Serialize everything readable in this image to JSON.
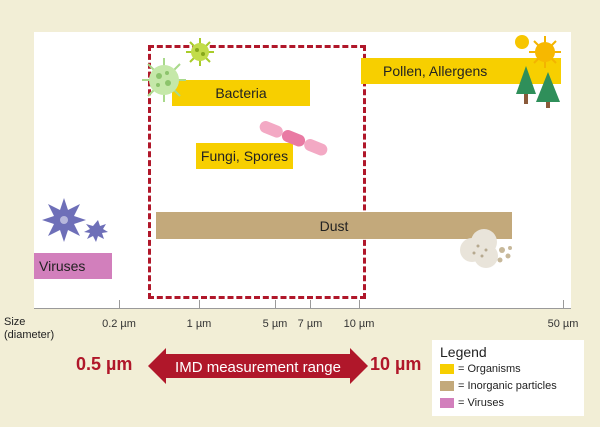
{
  "size_label": [
    "Size",
    "(diameter)"
  ],
  "ticks": [
    {
      "label": "0.2 µm"
    },
    {
      "label": "1 µm"
    },
    {
      "label": "5 µm"
    },
    {
      "label": "7 µm"
    },
    {
      "label": "10 µm"
    },
    {
      "label": "50 µm"
    }
  ],
  "bars": {
    "bacteria": "Bacteria",
    "fungi": "Fungi, Spores",
    "pollen": "Pollen, Allergens",
    "dust": "Dust",
    "viruses": "Viruses"
  },
  "range": {
    "start": "0.5 µm",
    "end": "10 µm",
    "label": "IMD measurement range"
  },
  "legend": {
    "title": "Legend",
    "items": [
      {
        "label": "= Organisms",
        "color": "#f7cf00"
      },
      {
        "label": "= Inorganic particles",
        "color": "#c3a97b"
      },
      {
        "label": "= Viruses",
        "color": "#d27fbc"
      }
    ]
  },
  "colors": {
    "organisms": "#f7cf00",
    "inorganic": "#c3a97b",
    "viruses": "#d27fbc",
    "range": "#b0172a"
  },
  "icons": [
    "bacteria-icon",
    "spore-icon",
    "pollen-icon",
    "sun-icon",
    "tree-icon",
    "dust-cloud-icon",
    "virus-icon"
  ]
}
